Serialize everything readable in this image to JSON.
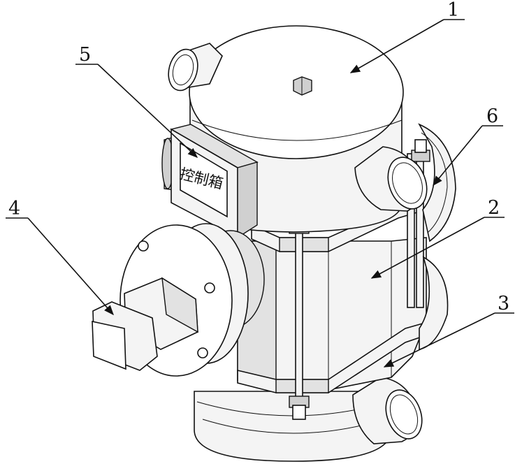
{
  "control_box_label": "控制箱",
  "callouts": [
    {
      "id": "1",
      "label": "1"
    },
    {
      "id": "2",
      "label": "2"
    },
    {
      "id": "3",
      "label": "3"
    },
    {
      "id": "4",
      "label": "4"
    },
    {
      "id": "5",
      "label": "5"
    },
    {
      "id": "6",
      "label": "6"
    }
  ]
}
